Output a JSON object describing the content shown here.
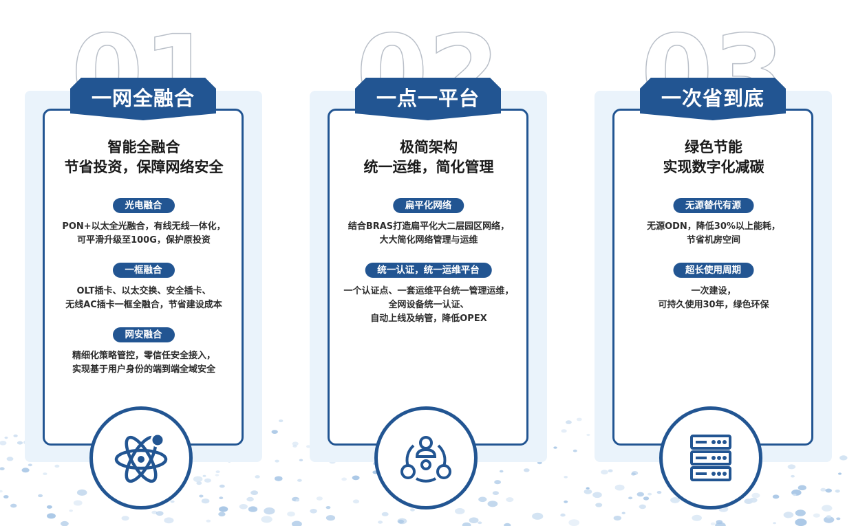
{
  "colors": {
    "accent": "#225592",
    "card_background": "#eaf3fb",
    "number_outline": "#b9bfc8"
  },
  "cards": [
    {
      "number": "01",
      "title": "一网全融合",
      "headline_1": "智能全融合",
      "headline_2": "节省投资，保障网络安全",
      "icon": "atom-icon",
      "features": [
        {
          "label": "光电融合",
          "lines": [
            "PON+以太全光融合，有线无线一体化，",
            "可平滑升级至100G，保护原投资"
          ]
        },
        {
          "label": "一框融合",
          "lines": [
            "OLT插卡、以太交换、安全插卡、",
            "无线AC插卡一框全融合，节省建设成本"
          ]
        },
        {
          "label": "网安融合",
          "lines": [
            "精细化策略管控，零信任安全接入，",
            "实现基于用户身份的端到端全域安全"
          ]
        }
      ]
    },
    {
      "number": "02",
      "title": "一点一平台",
      "headline_1": "极简架构",
      "headline_2": "统一运维，简化管理",
      "icon": "user-network-icon",
      "features": [
        {
          "label": "扁平化网络",
          "lines": [
            "结合BRAS打造扁平化大二层园区网络，",
            "大大简化网络管理与运维"
          ]
        },
        {
          "label": "统一认证，统一运维平台",
          "lines": [
            "一个认证点、一套运维平台统一管理运维，",
            "全网设备统一认证、",
            "自动上线及纳管，降低OPEX"
          ]
        }
      ]
    },
    {
      "number": "03",
      "title": "一次省到底",
      "headline_1": "绿色节能",
      "headline_2": "实现数字化减碳",
      "icon": "server-rack-icon",
      "features": [
        {
          "label": "无源替代有源",
          "lines": [
            "无源ODN，降低30%以上能耗，",
            "节省机房空间"
          ]
        },
        {
          "label": "超长使用周期",
          "lines": [
            "一次建设，",
            "可持久使用30年，绿色环保"
          ]
        }
      ]
    }
  ]
}
